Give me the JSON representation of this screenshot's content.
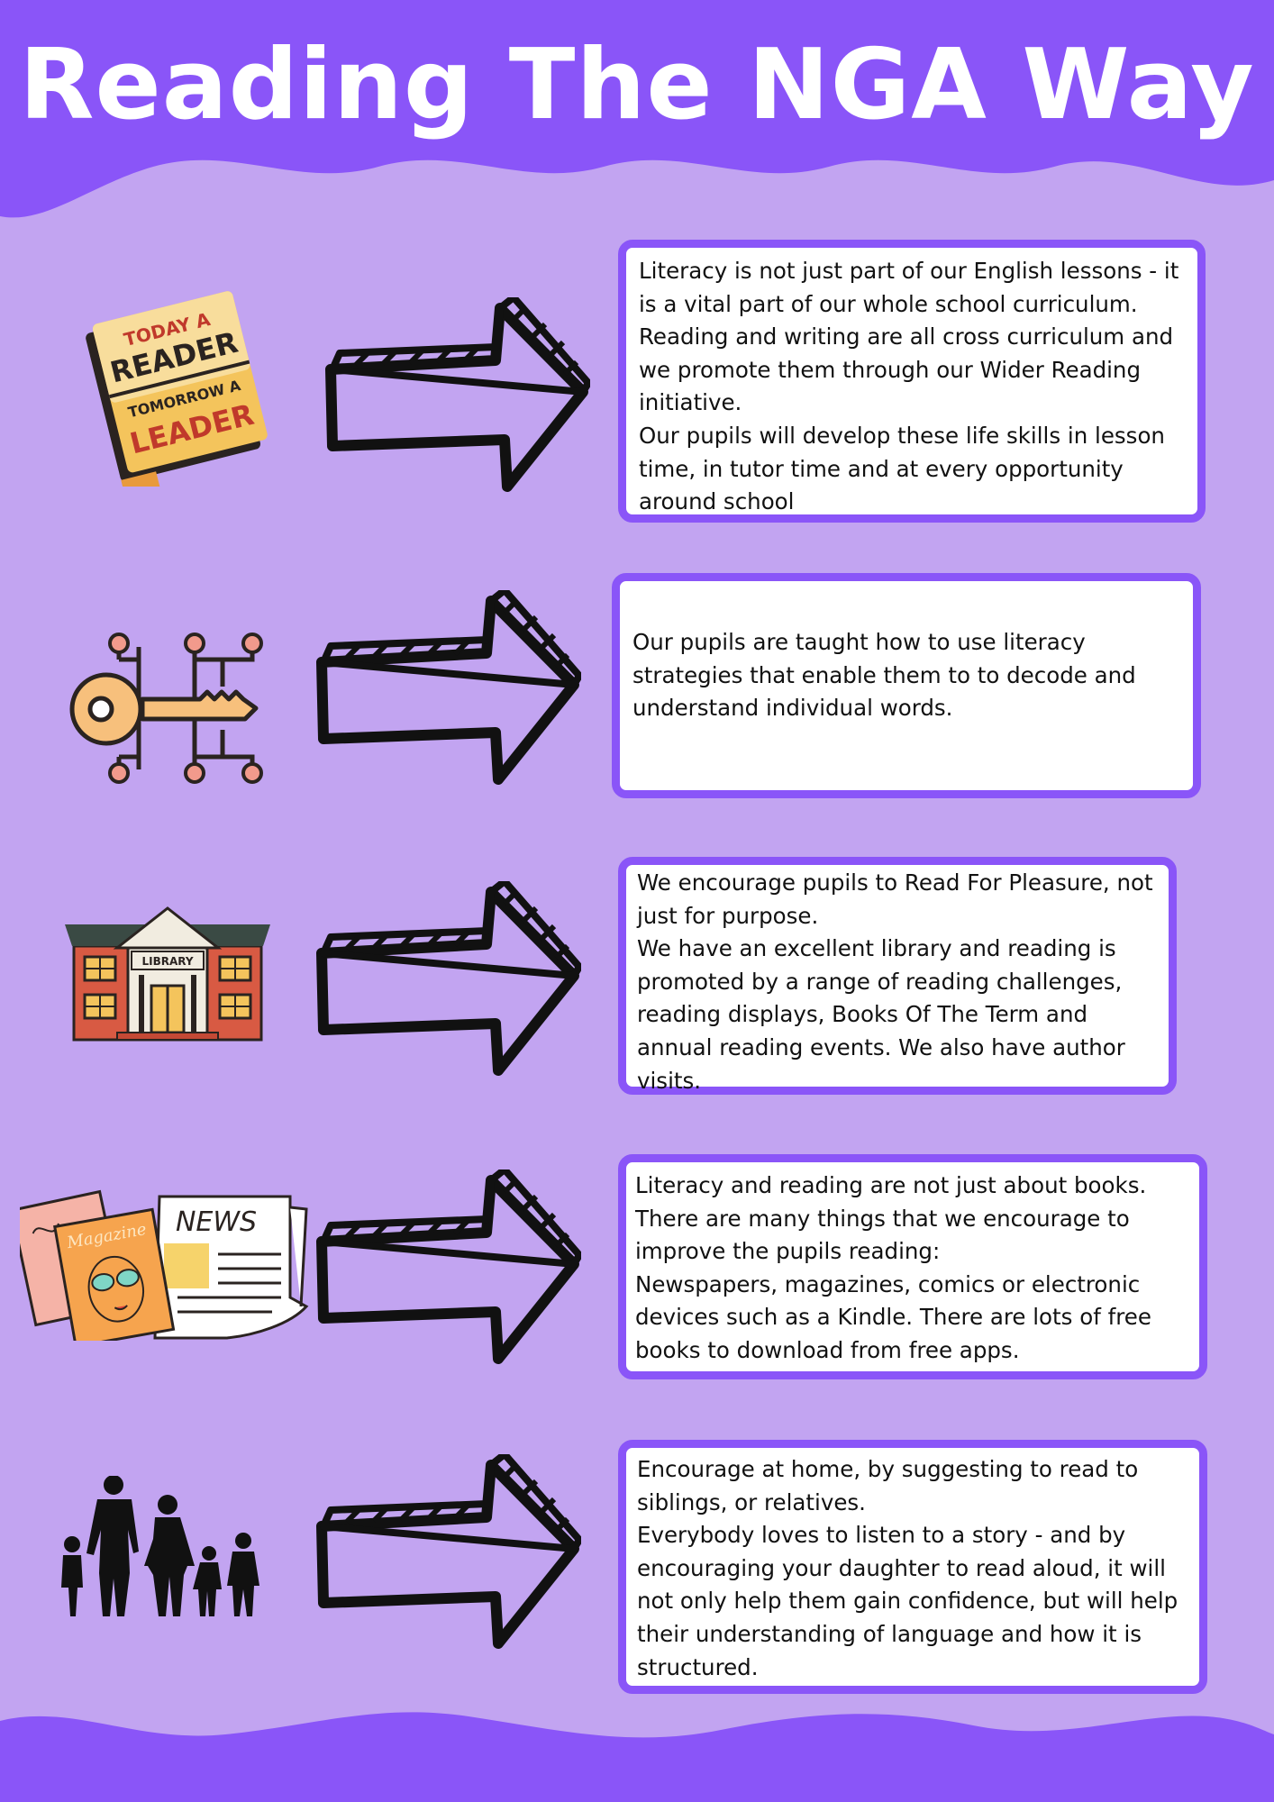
{
  "title": "Reading The NGA Way",
  "colors": {
    "background": "#c2a4f1",
    "banner": "#8a55f8",
    "card_border": "#8a55f8",
    "card_fill": "#ffffff",
    "text": "#111111"
  },
  "sections": [
    {
      "icon": "today-a-reader-tomorrow-a-leader-book-icon",
      "icon_text": [
        "TODAY A",
        "READER",
        "TOMORROW A",
        "LEADER"
      ],
      "paragraphs": [
        "Literacy is not just part of our English lessons - it is a vital part of our whole school curriculum.",
        "Reading and writing are all cross curriculum and we promote them through our Wider Reading initiative.",
        "Our pupils will develop these life skills in lesson time, in tutor time and at every opportunity around school"
      ]
    },
    {
      "icon": "key-circuit-icon",
      "paragraphs": [
        "Our pupils are taught how to use literacy strategies that enable them to to decode and understand individual words."
      ]
    },
    {
      "icon": "library-building-icon",
      "icon_text": [
        "LIBRARY"
      ],
      "paragraphs": [
        "We encourage pupils to Read For Pleasure, not just for purpose.",
        "We have an excellent library and reading is promoted by a range of reading challenges, reading displays, Books Of The Term and annual reading events. We also have author visits."
      ]
    },
    {
      "icon": "newspaper-magazines-icon",
      "icon_text": [
        "NEWS",
        "Magazine"
      ],
      "paragraphs": [
        "Literacy and reading are not just about books. There are many things that we encourage to improve the pupils reading:",
        "Newspapers, magazines, comics or electronic devices such as a Kindle. There are lots of free books to download from free apps."
      ]
    },
    {
      "icon": "family-silhouette-icon",
      "paragraphs": [
        "Encourage at home, by suggesting to read to siblings, or relatives.",
        "Everybody loves to listen to a story - and by encouraging your daughter to read aloud, it will not only help them gain confidence, but will help their understanding of language and how it is structured."
      ]
    }
  ]
}
